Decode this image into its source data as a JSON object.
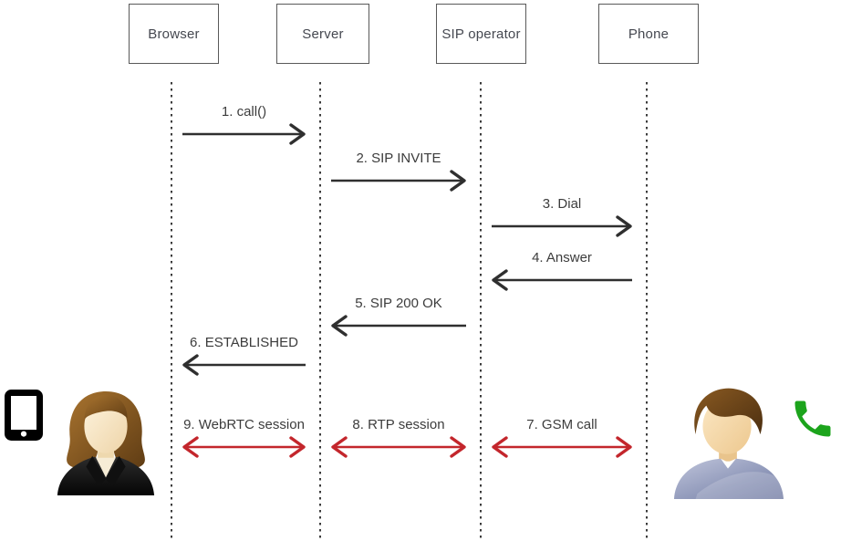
{
  "diagram": {
    "type": "sequence-diagram",
    "actors": [
      {
        "id": "browser",
        "label": "Browser"
      },
      {
        "id": "server",
        "label": "Server"
      },
      {
        "id": "sip",
        "label": "SIP operator"
      },
      {
        "id": "phone",
        "label": "Phone"
      }
    ],
    "messages": [
      {
        "label": "1. call()",
        "from": "browser",
        "to": "server",
        "bidirectional": false,
        "color": "dark"
      },
      {
        "label": "2. SIP INVITE",
        "from": "server",
        "to": "sip",
        "bidirectional": false,
        "color": "dark"
      },
      {
        "label": "3. Dial",
        "from": "sip",
        "to": "phone",
        "bidirectional": false,
        "color": "dark"
      },
      {
        "label": "4. Answer",
        "from": "phone",
        "to": "sip",
        "bidirectional": false,
        "color": "dark"
      },
      {
        "label": "5. SIP 200 OK",
        "from": "sip",
        "to": "server",
        "bidirectional": false,
        "color": "dark"
      },
      {
        "label": "6. ESTABLISHED",
        "from": "server",
        "to": "browser",
        "bidirectional": false,
        "color": "dark"
      },
      {
        "label": "9. WebRTC session",
        "from": "browser",
        "to": "server",
        "bidirectional": true,
        "color": "red"
      },
      {
        "label": "8. RTP session",
        "from": "server",
        "to": "sip",
        "bidirectional": true,
        "color": "red"
      },
      {
        "label": "7. GSM call",
        "from": "sip",
        "to": "phone",
        "bidirectional": true,
        "color": "red"
      }
    ],
    "icons": [
      {
        "name": "tablet-icon",
        "side": "left"
      },
      {
        "name": "female-user-avatar",
        "side": "left"
      },
      {
        "name": "male-user-avatar",
        "side": "right"
      },
      {
        "name": "phone-handset-icon",
        "side": "right"
      }
    ],
    "colors": {
      "message_arrow": "#2f2f2f",
      "session_arrow": "#c3262c",
      "actor_border": "#595959",
      "label_text": "#3c3c3c",
      "phone_icon_green": "#1ca41c",
      "tablet_icon_black": "#000000"
    }
  }
}
